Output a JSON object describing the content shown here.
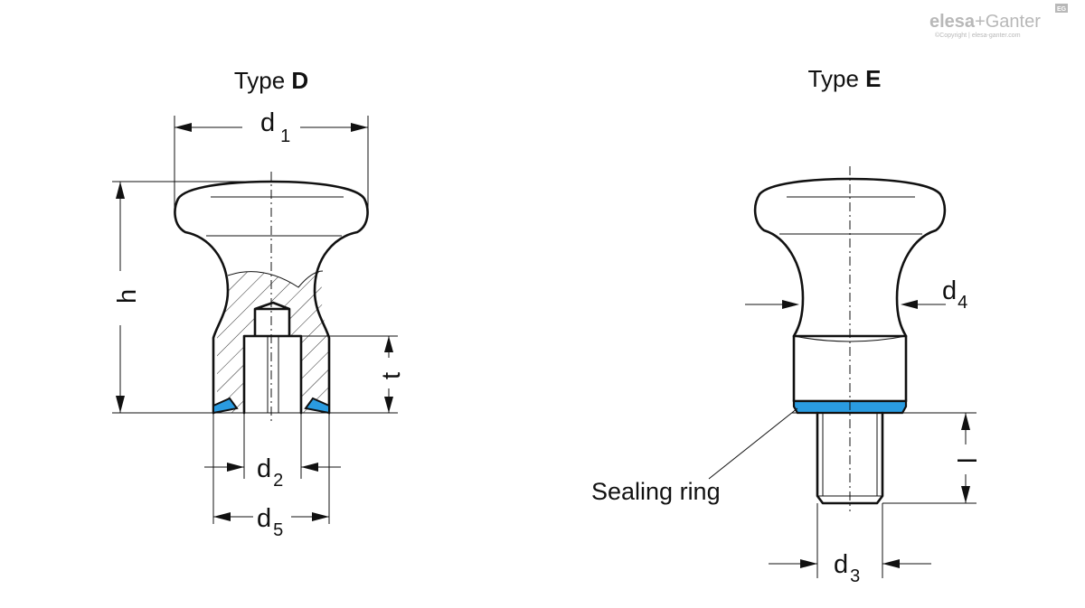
{
  "brand": {
    "name_part1": "elesa",
    "name_plus": "+",
    "name_part2": "Ganter",
    "copyright": "©Copyright | elesa-ganter.com",
    "badge": "EG"
  },
  "type_d": {
    "title_prefix": "Type ",
    "title_letter": "D",
    "dims": {
      "d1": "d",
      "d1_sub": "1",
      "h": "h",
      "t": "t",
      "d2": "d",
      "d2_sub": "2",
      "d5": "d",
      "d5_sub": "5"
    }
  },
  "type_e": {
    "title_prefix": "Type ",
    "title_letter": "E",
    "dims": {
      "d4": "d",
      "d4_sub": "4",
      "l": "l",
      "d3": "d",
      "d3_sub": "3"
    },
    "sealing_ring_label": "Sealing ring"
  },
  "colors": {
    "sealing_ring": "#2a9be0",
    "line": "#111111",
    "logo": "#b8b8b8"
  }
}
